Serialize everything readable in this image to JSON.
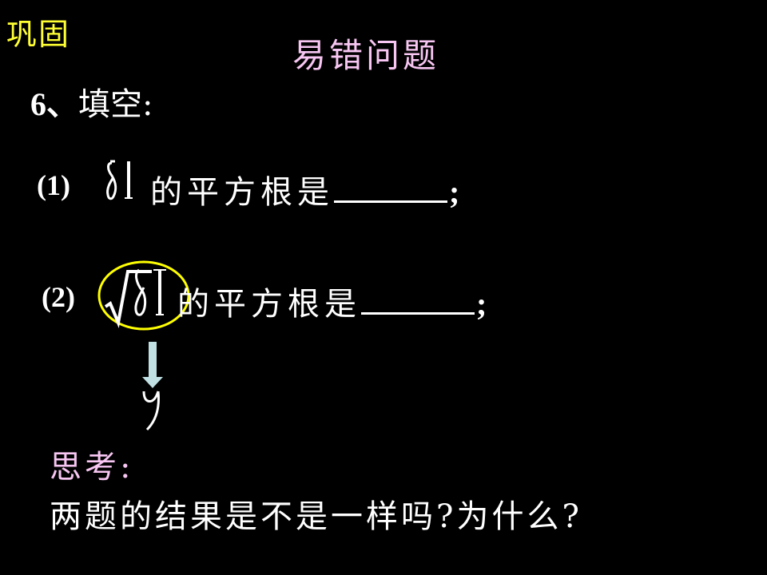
{
  "slide": {
    "section_label": "巩固",
    "title": "易错问题",
    "question": {
      "number": "6、",
      "label": "填空:",
      "items": [
        {
          "index": "(1)",
          "expression": "81",
          "text": "的平方根是",
          "blank": "______",
          "end": ";"
        },
        {
          "index": "(2)",
          "expression": "√81",
          "text": "的平方根是",
          "blank": "______",
          "end": ";"
        }
      ],
      "annotation": {
        "arrow_target_value": "9",
        "highlight_color": "#ffff00",
        "arrow_color": "#c0e0e4"
      }
    },
    "think": {
      "label": "思考:",
      "text": "两题的结果是不是一样吗?为什么?"
    },
    "colors": {
      "background": "#000000",
      "section_label": "#ffff33",
      "title": "#f7c6f2",
      "body": "#ffffff"
    }
  }
}
